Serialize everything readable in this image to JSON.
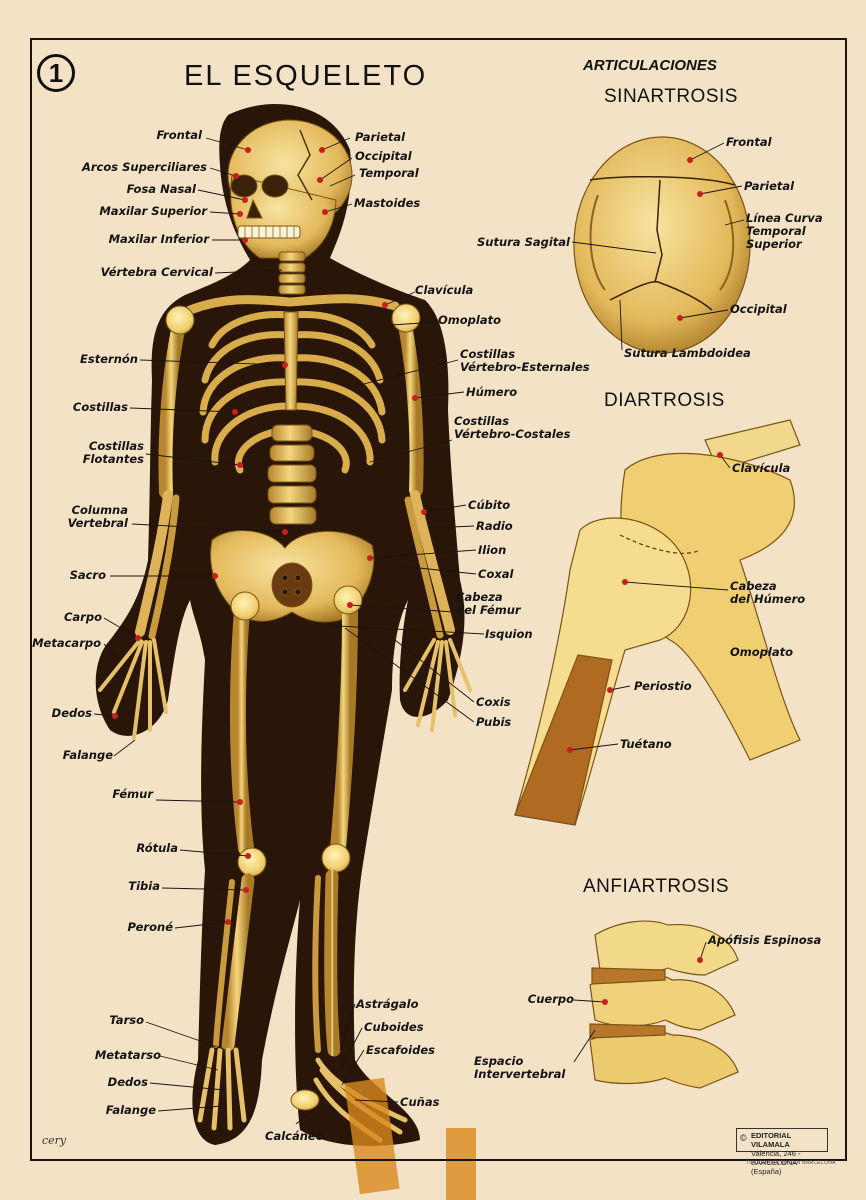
{
  "poster": {
    "number": "1",
    "title": "EL ESQUELETO",
    "signature": "cery",
    "publisher": {
      "symbol": "©",
      "name": "EDITORIAL VILAMALA",
      "address": "Valencia, 246 - BARCELONA (España)"
    },
    "printer": "TIPOGRAFIA MAGEN BARCELONA"
  },
  "colors": {
    "paper": "#f3e2c6",
    "silhouette": "#2a1608",
    "bone": "#ecc968",
    "bone_shadow": "#a57a2a",
    "marker": "#c81e1e",
    "tape": "#d98a1e"
  },
  "skeleton_labels": {
    "left": [
      "Frontal",
      "Arcos Superciliares",
      "Fosa Nasal",
      "Maxilar Superior",
      "Maxilar Inferior",
      "Vértebra Cervical",
      "Esternón",
      "Costillas",
      "Costillas\nFlotantes",
      "Columna\nVertebral",
      "Sacro",
      "Carpo",
      "Metacarpo",
      "Dedos",
      "Falange",
      "Fémur",
      "Rótula",
      "Tibia",
      "Peroné",
      "Tarso",
      "Metatarso",
      "Dedos",
      "Falange"
    ],
    "right": [
      "Parietal",
      "Occipital",
      "Temporal",
      "Mastoides",
      "Clavícula",
      "Omoplato",
      "Costillas\nVértebro-Esternales",
      "Húmero",
      "Costillas\nVértebro-Costales",
      "Cúbito",
      "Radio",
      "Ilion",
      "Coxal",
      "Cabeza\ndel Fémur",
      "Isquion",
      "Coxis",
      "Pubis",
      "Astrágalo",
      "Cuboides",
      "Escafoides",
      "Cuñas",
      "Calcáneo"
    ]
  },
  "articulaciones": {
    "heading": "ARTICULACIONES",
    "sinartrosis": {
      "title": "SINARTROSIS",
      "labels": [
        "Frontal",
        "Parietal",
        "Línea Curva\nTemporal\nSuperior",
        "Sutura Sagital",
        "Occipital",
        "Sutura Lambdoidea"
      ]
    },
    "diartrosis": {
      "title": "DIARTROSIS",
      "labels": [
        "Clavícula",
        "Cabeza\ndel Húmero",
        "Omoplato",
        "Periostio",
        "Tuétano"
      ]
    },
    "anfiartrosis": {
      "title": "ANFIARTROSIS",
      "labels": [
        "Apófisis Espinosa",
        "Cuerpo",
        "Espacio\nIntervertebral"
      ]
    }
  }
}
